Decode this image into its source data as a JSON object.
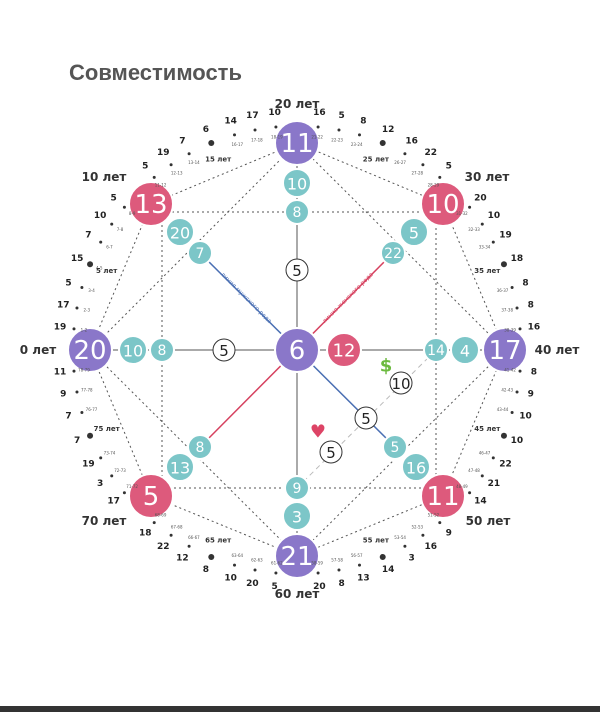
{
  "title": "Совместимость",
  "colors": {
    "purple": "#8a77c9",
    "pink": "#dd5a7c",
    "teal": "#7cc6c8",
    "line": "#555555",
    "male_line": "#4a6fb3",
    "female_line": "#d6415f",
    "dollar": "#6cba3f",
    "heart": "#dd4466"
  },
  "age_labels": [
    {
      "id": "0",
      "text": "0 лет"
    },
    {
      "id": "10",
      "text": "10 лет"
    },
    {
      "id": "20",
      "text": "20 лет"
    },
    {
      "id": "30",
      "text": "30 лет"
    },
    {
      "id": "40",
      "text": "40 лет"
    },
    {
      "id": "50",
      "text": "50 лет"
    },
    {
      "id": "60",
      "text": "60 лет"
    },
    {
      "id": "70",
      "text": "70 лет"
    }
  ],
  "nodes": {
    "left_outer": "20",
    "left_mid": "10",
    "left_inner": "8",
    "top_outer": "11",
    "top_mid": "10",
    "top_inner": "8",
    "right_outer": "17",
    "right_mid": "4",
    "right_inner": "14",
    "bottom_outer": "21",
    "bottom_mid": "3",
    "bottom_inner": "9",
    "tl_outer": "13",
    "tl_mid": "20",
    "tl_inner": "7",
    "tr_outer": "10",
    "tr_mid": "5",
    "tr_inner": "22",
    "br_outer": "11",
    "br_mid": "16",
    "br_inner": "5",
    "bl_outer": "5",
    "bl_mid": "13",
    "bl_inner": "8",
    "center": "6",
    "center_right": "12",
    "center_left_small": "5",
    "center_top_small": "5",
    "money": "10",
    "mid_small": "5",
    "love": "5"
  },
  "line_labels": {
    "male": "линия мужского рода",
    "female": "линия женского рода"
  },
  "symbols": {
    "dollar": "$",
    "heart": "♥"
  },
  "ring_numbers": {
    "0-10": [
      "19",
      "17",
      "5",
      "15",
      "7",
      "10",
      "5"
    ],
    "10-20": [
      "5",
      "19",
      "7",
      "6",
      "14",
      "17",
      "10"
    ],
    "20-30": [
      "16",
      "5",
      "8",
      "12",
      "16",
      "22",
      "5"
    ],
    "30-40": [
      "20",
      "10",
      "19",
      "18",
      "8",
      "8",
      "16"
    ],
    "40-50": [
      "8",
      "9",
      "10",
      "10",
      "22",
      "21",
      "14"
    ],
    "50-60": [
      "9",
      "16",
      "3",
      "14",
      "13",
      "8",
      "20"
    ],
    "60-70": [
      "5",
      "20",
      "10",
      "8",
      "12",
      "22",
      "18"
    ],
    "70-80": [
      "17",
      "3",
      "19",
      "7",
      "7",
      "9",
      "11"
    ]
  },
  "ring_age_marks": [
    {
      "text": "5 лет"
    },
    {
      "text": "15 лет"
    },
    {
      "text": "25 лет"
    },
    {
      "text": "35 лет"
    },
    {
      "text": "45 лет"
    },
    {
      "text": "55 лет"
    },
    {
      "text": "65 лет"
    },
    {
      "text": "75 лет"
    }
  ],
  "ring_ranges": {
    "0-10": [
      "1-2",
      "2-3",
      "3-4",
      "4-5",
      "6-7",
      "7-8",
      "8-9"
    ],
    "10-20": [
      "11-12",
      "12-13",
      "13-14",
      "16-17",
      "17-18",
      "18-19"
    ],
    "20-30": [
      "21-22",
      "22-23",
      "23-24",
      "26-27",
      "27-28",
      "28-29"
    ],
    "30-40": [
      "31-32",
      "32-33",
      "33-34",
      "36-37",
      "37-38",
      "38-39"
    ],
    "40-50": [
      "41-42",
      "42-43",
      "43-44",
      "46-47",
      "47-48",
      "48-49"
    ],
    "50-60": [
      "51-52",
      "52-53",
      "53-54",
      "56-57",
      "57-58",
      "58-59"
    ],
    "60-70": [
      "61-62",
      "62-63",
      "63-64",
      "66-67",
      "67-68",
      "68-69"
    ],
    "70-80": [
      "71-72",
      "72-73",
      "73-74",
      "76-77",
      "77-78",
      "78-79"
    ]
  }
}
